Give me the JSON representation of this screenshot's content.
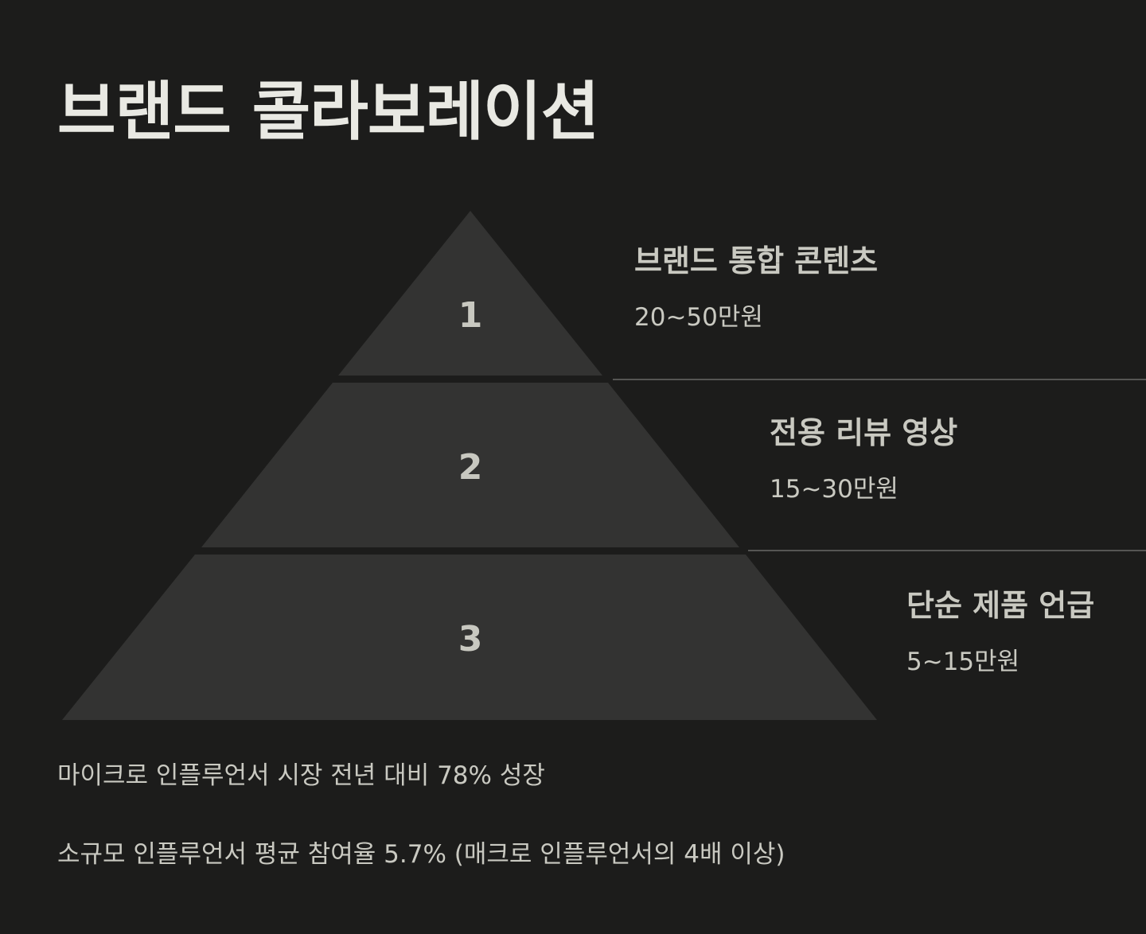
{
  "title": "브랜드 콜라보레이션",
  "colors": {
    "background": "#1c1c1b",
    "pyramid_fill": "#333332",
    "text_primary": "#e9e9e3",
    "text_secondary": "#c9c9c1",
    "divider": "#555553"
  },
  "tiers": [
    {
      "number": "1",
      "name": "브랜드 통합 콘텐츠",
      "price": "20~50만원"
    },
    {
      "number": "2",
      "name": "전용 리뷰 영상",
      "price": "15~30만원"
    },
    {
      "number": "3",
      "name": "단순 제품 언급",
      "price": "5~15만원"
    }
  ],
  "notes": [
    "마이크로 인플루언서 시장 전년 대비 78% 성장",
    "소규모 인플루언서 평균 참여율 5.7% (매크로 인플루언서의 4배 이상)"
  ]
}
